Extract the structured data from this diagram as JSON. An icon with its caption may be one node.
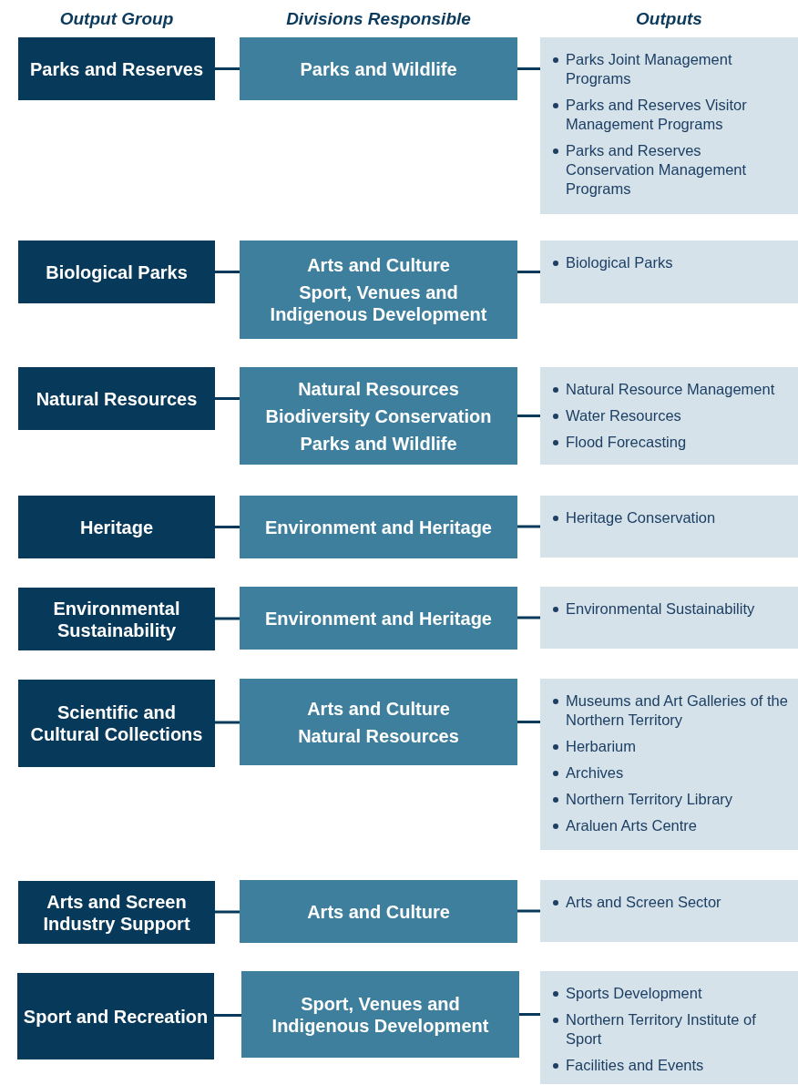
{
  "diagram": {
    "labels": [
      "Output Group",
      "Divisions Responsible",
      "Outputs"
    ],
    "nodes": [
      {
        "text": [
          "Parks and Reserves"
        ]
      },
      {
        "text": [
          "Parks and Wildlife"
        ]
      },
      {
        "text": [
          "Parks Joint Management Programs",
          "Parks and Reserves Visitor Management Programs",
          "Parks and Reserves Conservation Management Programs"
        ]
      },
      {
        "text": [
          "Biological Parks"
        ]
      },
      {
        "text": [
          "Arts and Culture",
          "Sport, Venues and Indigenous Development"
        ]
      },
      {
        "text": [
          "Biological Parks"
        ]
      },
      {
        "text": [
          "Natural Resources"
        ]
      },
      {
        "text": [
          "Natural Resources",
          "Biodiversity Conservation",
          "Parks and Wildlife"
        ]
      },
      {
        "text": [
          "Natural Resource Management",
          "Water Resources",
          "Flood Forecasting"
        ]
      },
      {
        "text": [
          "Heritage"
        ]
      },
      {
        "text": [
          "Environment and Heritage"
        ]
      },
      {
        "text": [
          "Heritage Conservation"
        ]
      },
      {
        "text": [
          "Environmental Sustainability"
        ]
      },
      {
        "text": [
          "Environment and Heritage"
        ]
      },
      {
        "text": [
          "Environmental Sustainability"
        ]
      },
      {
        "text": [
          "Scientific and Cultural Collections"
        ]
      },
      {
        "text": [
          "Arts and Culture",
          "Natural Resources"
        ]
      },
      {
        "text": [
          "Museums and Art Galleries of the Northern Territory",
          "Herbarium",
          "Archives",
          "Northern Territory Library",
          "Araluen Arts Centre"
        ]
      },
      {
        "text": [
          "Arts and Screen Industry Support"
        ]
      },
      {
        "text": [
          "Arts and Culture"
        ]
      },
      {
        "text": [
          "Arts and Screen Sector"
        ]
      },
      {
        "text": [
          "Sport and Recreation"
        ]
      },
      {
        "text": [
          "Sport, Venues and Indigenous Development"
        ]
      },
      {
        "text": [
          "Sports Development",
          "Northern Territory Institute of Sport",
          "Facilities and Events"
        ]
      }
    ],
    "edges": [
      {
        "from": 0,
        "to": 1,
        "arrow": "none"
      },
      {
        "from": 1,
        "to": 2,
        "arrow": "none"
      },
      {
        "from": 3,
        "to": 4,
        "arrow": "none"
      },
      {
        "from": 4,
        "to": 5,
        "arrow": "none"
      },
      {
        "from": 6,
        "to": 7,
        "arrow": "none"
      },
      {
        "from": 7,
        "to": 8,
        "arrow": "none"
      },
      {
        "from": 9,
        "to": 10,
        "arrow": "none"
      },
      {
        "from": 10,
        "to": 11,
        "arrow": "none"
      },
      {
        "from": 12,
        "to": 13,
        "arrow": "none"
      },
      {
        "from": 13,
        "to": 14,
        "arrow": "none"
      },
      {
        "from": 15,
        "to": 16,
        "arrow": "none"
      },
      {
        "from": 16,
        "to": 17,
        "arrow": "none"
      },
      {
        "from": 18,
        "to": 19,
        "arrow": "none"
      },
      {
        "from": 19,
        "to": 20,
        "arrow": "none"
      },
      {
        "from": 21,
        "to": 22,
        "arrow": "none"
      },
      {
        "from": 22,
        "to": 23,
        "arrow": "none"
      }
    ]
  }
}
